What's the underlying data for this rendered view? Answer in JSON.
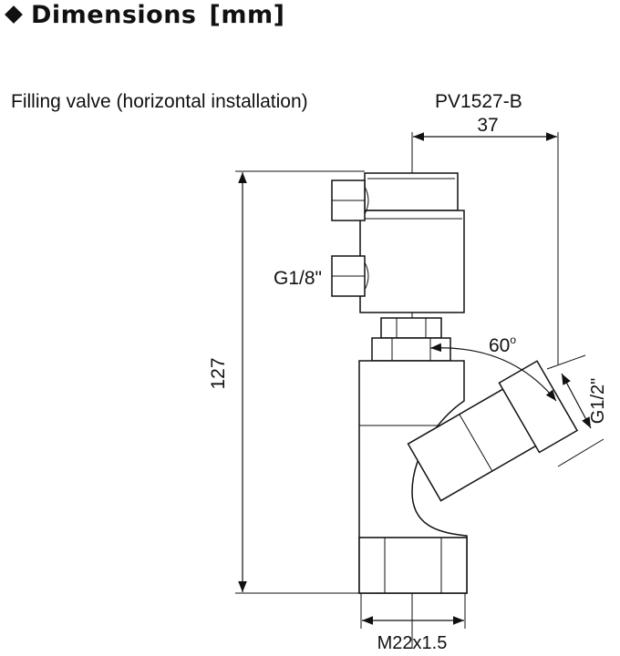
{
  "header": {
    "title": "Dimensions",
    "unit": "[mm]",
    "bullet_icon": "diamond-icon"
  },
  "caption": "Filling valve (horizontal installation)",
  "model": "PV1527-B",
  "dimensions": {
    "width": "37",
    "height": "127",
    "angle": "60",
    "angle_unit": "o",
    "inlet_thread": "G1/8\"",
    "outlet_thread": "G1/2\"",
    "bottom_thread": "M22x1.5"
  }
}
